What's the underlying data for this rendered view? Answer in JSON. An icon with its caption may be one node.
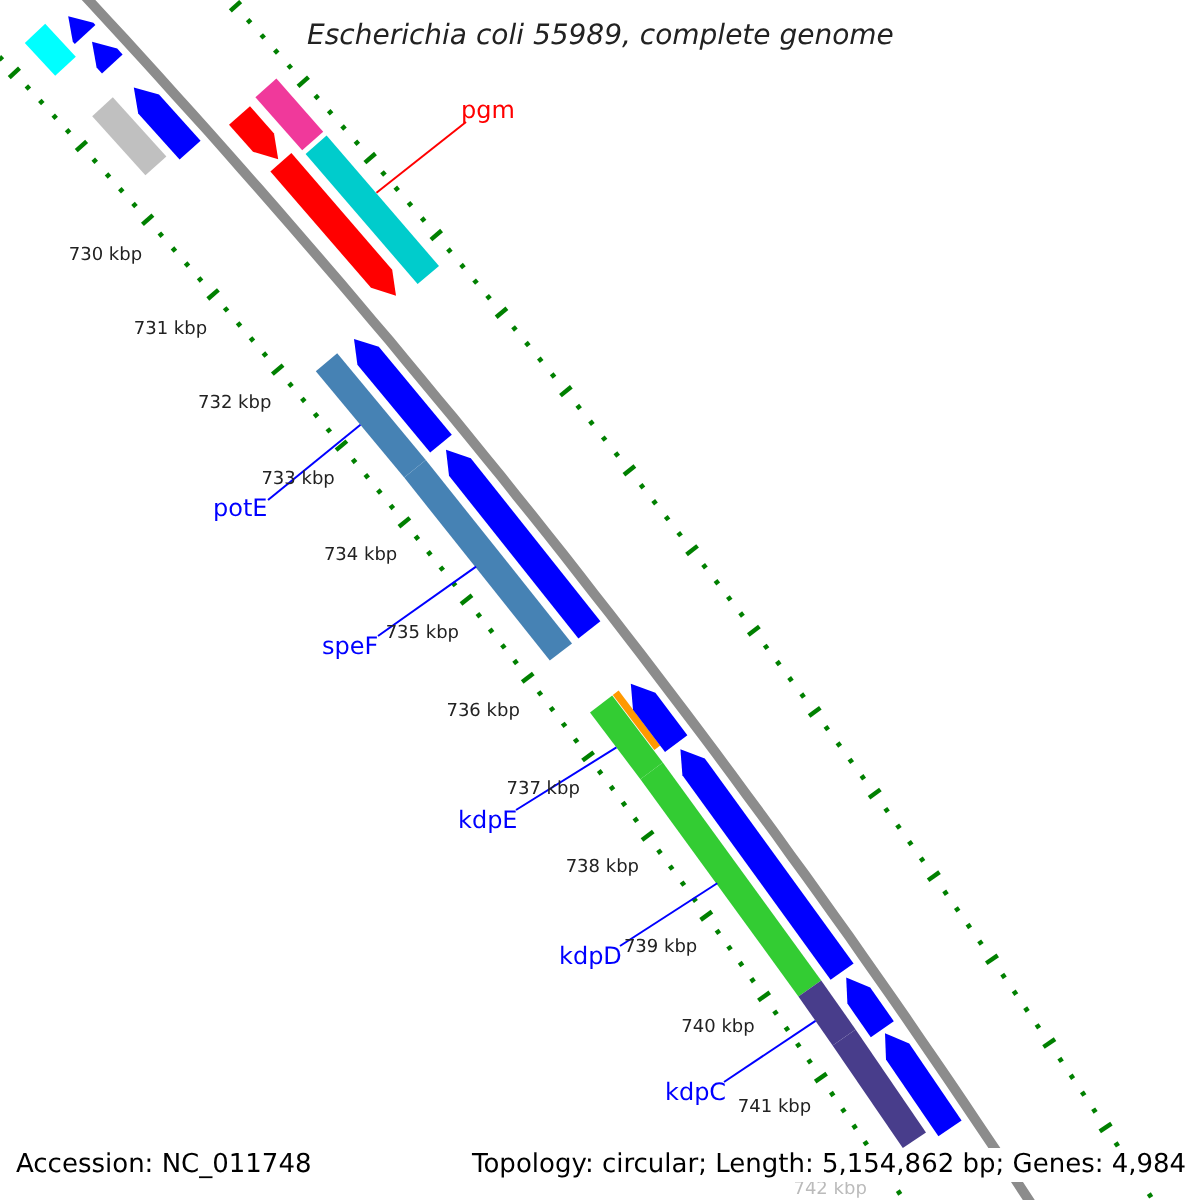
{
  "diagram": {
    "title": "Escherichia coli 55989, complete genome",
    "nodes": [
      {
        "text": [
          "pgm"
        ]
      },
      {
        "text": [
          "potE"
        ]
      },
      {
        "text": [
          "speF"
        ]
      },
      {
        "text": [
          "kdpE"
        ]
      },
      {
        "text": [
          "kdpD"
        ]
      },
      {
        "text": [
          "kdpC"
        ]
      },
      {
        "text": [],
        "shape": "pentagon"
      },
      {
        "text": [],
        "shape": "bar"
      },
      {
        "text": [],
        "shape": "pentagon"
      },
      {
        "text": [],
        "shape": "bar"
      },
      {
        "text": [],
        "shape": "pentagon"
      },
      {
        "text": [],
        "shape": "bar"
      },
      {
        "text": [],
        "shape": "pentagon"
      },
      {
        "text": [],
        "shape": "pentagon"
      },
      {
        "text": [],
        "shape": "bar"
      },
      {
        "text": [],
        "shape": "bar"
      },
      {
        "text": [],
        "shape": "pentagon"
      },
      {
        "text": [],
        "shape": "bar"
      },
      {
        "text": [],
        "shape": "pentagon"
      },
      {
        "text": [],
        "shape": "bar"
      },
      {
        "text": [],
        "shape": "bar"
      },
      {
        "text": [],
        "shape": "pentagon"
      },
      {
        "text": [],
        "shape": "pentagon"
      },
      {
        "text": [],
        "shape": "bar"
      },
      {
        "text": [],
        "shape": "bar"
      },
      {
        "text": [],
        "shape": "pentagon"
      },
      {
        "text": [],
        "shape": "bar"
      },
      {
        "text": [],
        "shape": "pentagon"
      }
    ],
    "edges": [
      {
        "from": 0,
        "to": 14,
        "arrow": "none",
        "color": "#ff0000"
      },
      {
        "from": 1,
        "to": 15,
        "arrow": "none"
      },
      {
        "from": 2,
        "to": 17,
        "arrow": "none"
      },
      {
        "from": 3,
        "to": 19,
        "arrow": "none"
      },
      {
        "from": 4,
        "to": 23,
        "arrow": "none"
      },
      {
        "from": 5,
        "to": 24,
        "arrow": "none"
      }
    ],
    "labels": [
      "730 kbp",
      "731 kbp",
      "732 kbp",
      "733 kbp",
      "734 kbp",
      "735 kbp",
      "736 kbp",
      "737 kbp",
      "738 kbp",
      "739 kbp",
      "740 kbp",
      "741 kbp",
      "742 kbp",
      "Accession: NC_011748",
      "Topology: circular; Length: 5,154,862 bp; Genes: 4,984"
    ]
  }
}
